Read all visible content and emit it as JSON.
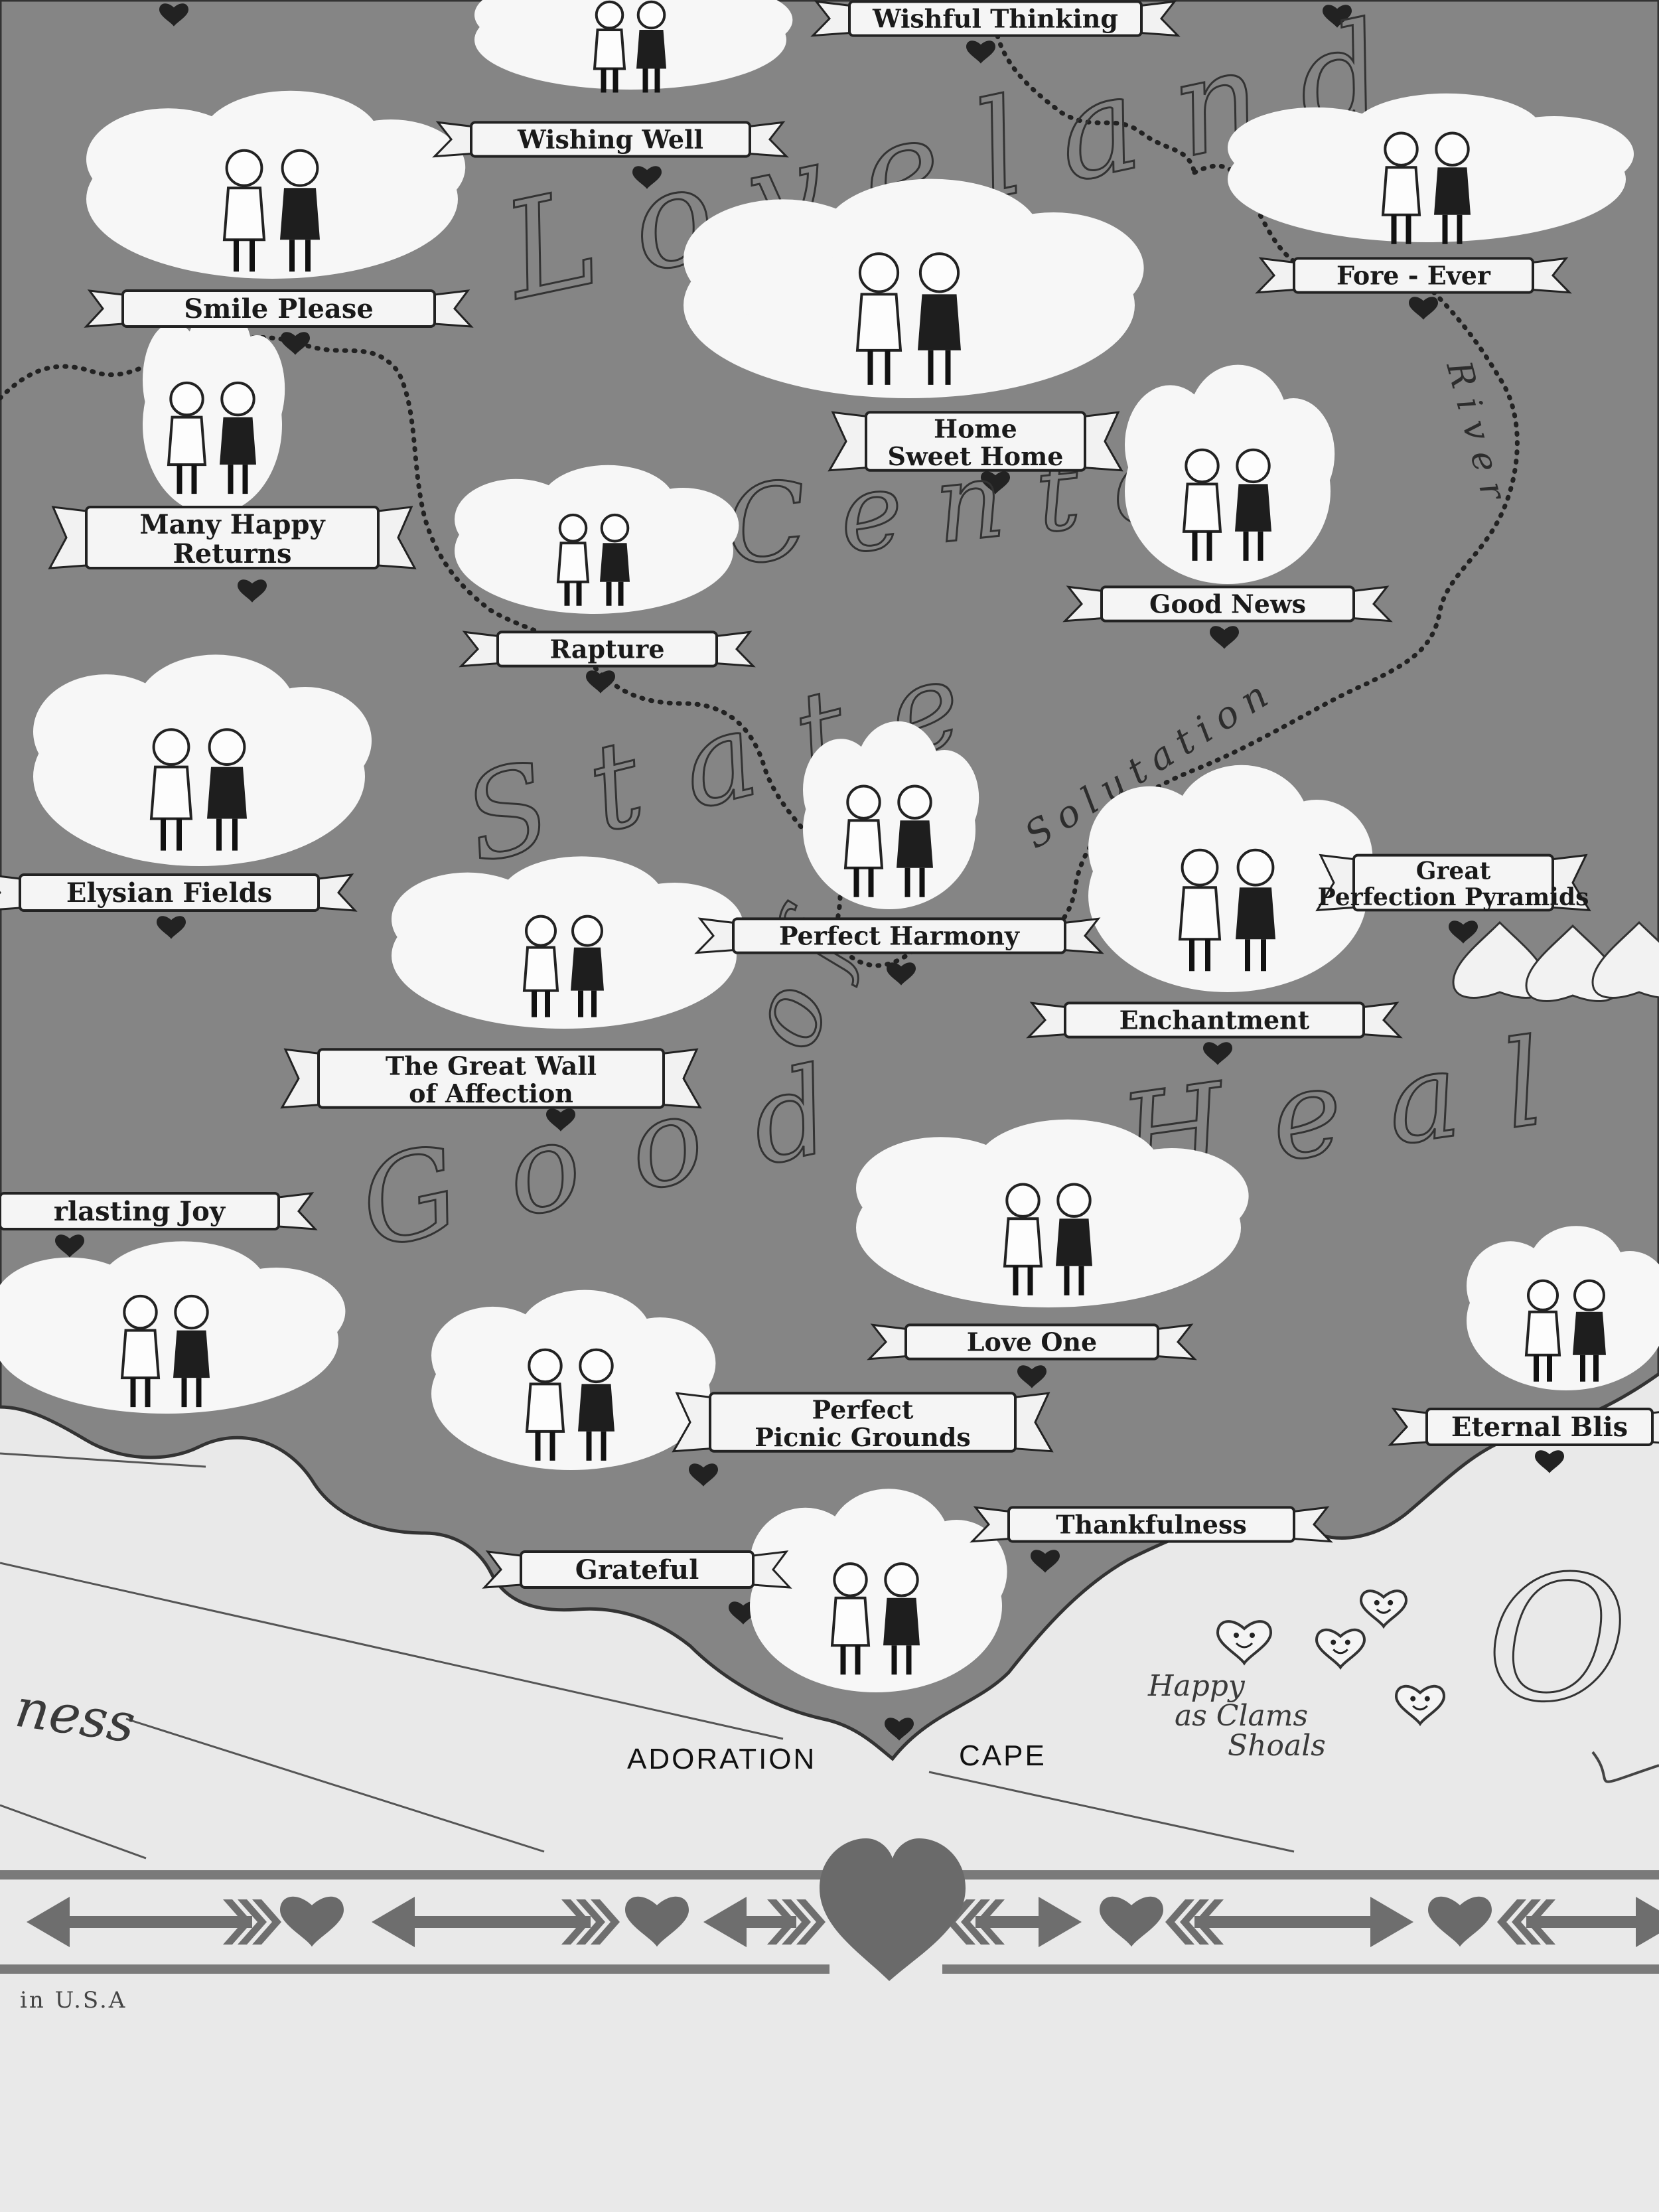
{
  "map": {
    "region_words": {
      "loveland": "Loveland",
      "center": "Center",
      "state_of": "State",
      "of": "of",
      "good": "Good",
      "health": "Heal"
    },
    "river": {
      "label": "River",
      "solutation": "Solutation"
    },
    "places": [
      {
        "id": "wishful-thinking",
        "label": "Wishful Thinking"
      },
      {
        "id": "wishing-well",
        "label": "Wishing Well"
      },
      {
        "id": "smile-please",
        "label": "Smile Please"
      },
      {
        "id": "fore-ever",
        "label": "Fore - Ever"
      },
      {
        "id": "home-sweet-home",
        "label": "Home Sweet Home"
      },
      {
        "id": "many-happy-returns",
        "label": "Many Happy Returns"
      },
      {
        "id": "good-news",
        "label": "Good News"
      },
      {
        "id": "rapture",
        "label": "Rapture"
      },
      {
        "id": "elysian-fields",
        "label": "Elysian Fields"
      },
      {
        "id": "perfect-harmony",
        "label": "Perfect Harmony"
      },
      {
        "id": "great-perfection-pyramids",
        "label": "Great Perfection Pyramids"
      },
      {
        "id": "enchantment",
        "label": "Enchantment"
      },
      {
        "id": "great-wall-of-affection",
        "label": "The Great Wall of Affection"
      },
      {
        "id": "everlasting-joy",
        "label": "rlasting Joy"
      },
      {
        "id": "love-one",
        "label": "Love One"
      },
      {
        "id": "perfect-picnic-grounds",
        "label": "Perfect Picnic Grounds"
      },
      {
        "id": "eternal-bliss",
        "label": "Eternal Blis"
      },
      {
        "id": "thankfulness",
        "label": "Thankfulness"
      },
      {
        "id": "grateful",
        "label": "Grateful"
      }
    ],
    "cape": {
      "left": "ADORATION",
      "right": "CAPE"
    },
    "shoals": "Happy as Clams Shoals",
    "sea_fragment": "ness",
    "ocean_fragment": "O",
    "footer": "in U.S.A"
  },
  "colors": {
    "land": "#858585",
    "sea": "#e9e9e9",
    "ink": "#1a1a1a",
    "band": "#7a7a7a"
  }
}
